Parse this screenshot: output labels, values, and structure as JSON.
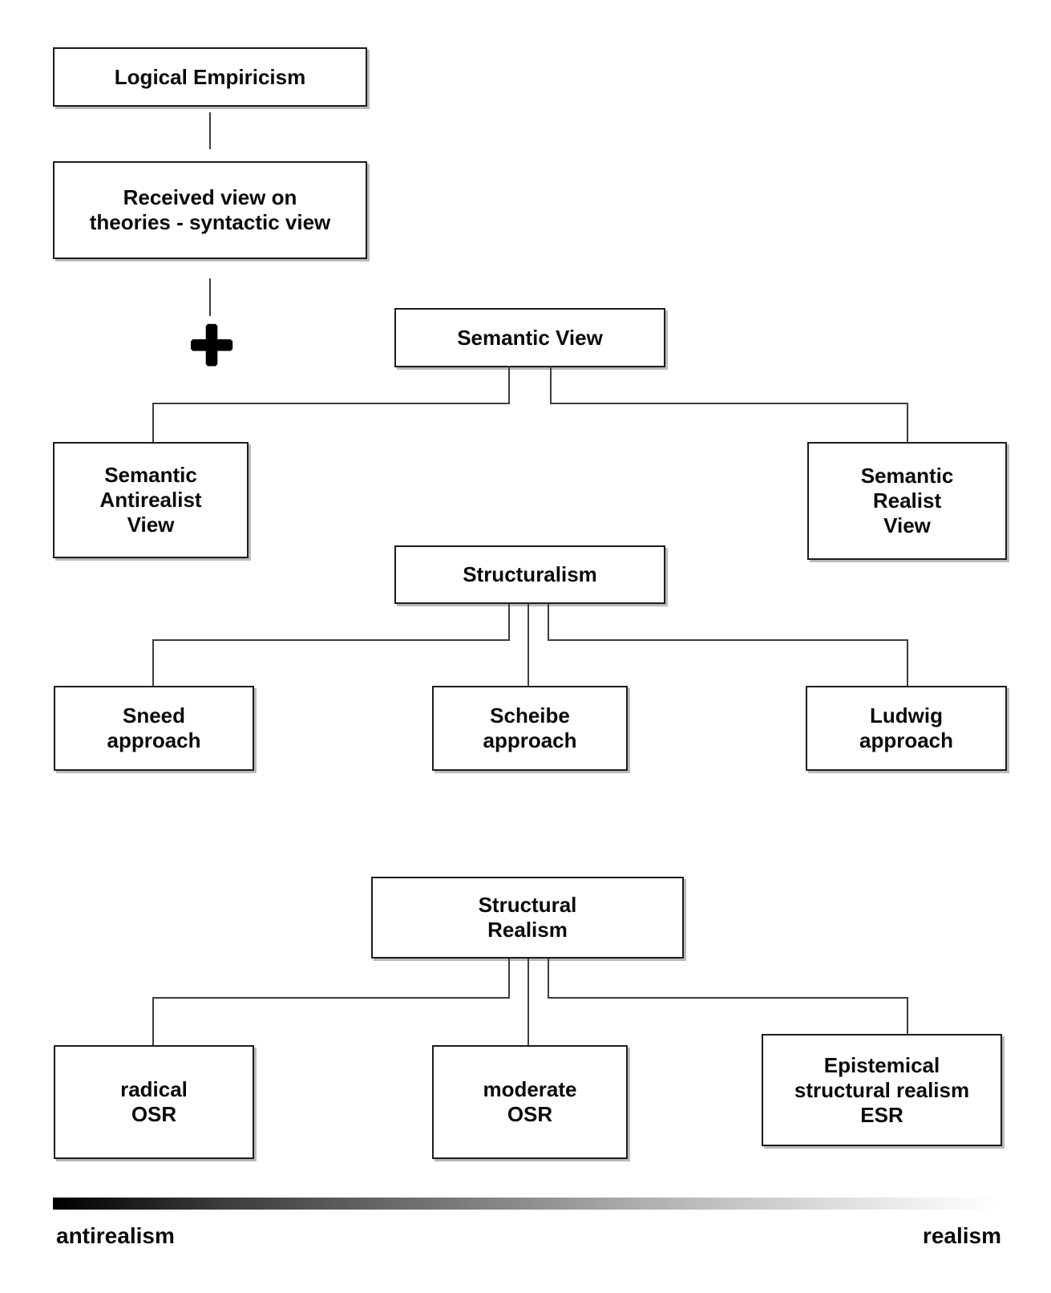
{
  "diagram": {
    "plus_symbol": "+",
    "nodes": {
      "logical_empiricism": {
        "lines": [
          "Logical Empiricism"
        ]
      },
      "received_view": {
        "lines": [
          "Received view on",
          "theories - syntactic view"
        ]
      },
      "semantic_view": {
        "lines": [
          "Semantic View"
        ]
      },
      "semantic_antirealist": {
        "lines": [
          "Semantic",
          "Antirealist",
          "View"
        ]
      },
      "semantic_realist": {
        "lines": [
          "Semantic",
          "Realist",
          "View"
        ]
      },
      "structuralism": {
        "lines": [
          "Structuralism"
        ]
      },
      "sneed": {
        "lines": [
          "Sneed",
          "approach"
        ]
      },
      "scheibe": {
        "lines": [
          "Scheibe",
          "approach"
        ]
      },
      "ludwig": {
        "lines": [
          "Ludwig",
          "approach"
        ]
      },
      "structural_realism": {
        "lines": [
          "Structural",
          "Realism"
        ]
      },
      "radical_osr": {
        "lines": [
          "radical",
          "OSR"
        ]
      },
      "moderate_osr": {
        "lines": [
          "moderate",
          "OSR"
        ]
      },
      "esr": {
        "lines": [
          "Epistemical",
          "structural realism",
          "ESR"
        ]
      }
    },
    "spectrum": {
      "left_label": "antirealism",
      "right_label": "realism",
      "gradient_start_color": "#000000",
      "gradient_end_color": "#ffffff"
    },
    "colors": {
      "background": "#ffffff",
      "box_border": "#1c1c1c",
      "connector_line": "#3d3d3d",
      "text": "#0a0a0a"
    }
  }
}
